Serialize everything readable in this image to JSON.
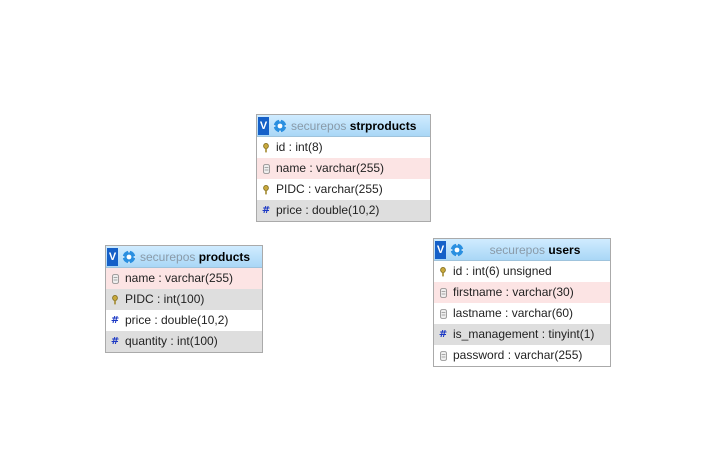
{
  "tables": {
    "strproducts": {
      "database": "securepos",
      "name": "strproducts",
      "toggle_label": "V",
      "columns": [
        {
          "label": "id : int(8)",
          "icon": "key-icon"
        },
        {
          "label": "name : varchar(255)",
          "icon": "column-icon"
        },
        {
          "label": "PIDC : varchar(255)",
          "icon": "key-icon"
        },
        {
          "label": "price : double(10,2)",
          "icon": "numeric-icon"
        }
      ]
    },
    "products": {
      "database": "securepos",
      "name": "products",
      "toggle_label": "V",
      "columns": [
        {
          "label": "name : varchar(255)",
          "icon": "column-icon"
        },
        {
          "label": "PIDC : int(100)",
          "icon": "key-icon"
        },
        {
          "label": "price : double(10,2)",
          "icon": "numeric-icon"
        },
        {
          "label": "quantity : int(100)",
          "icon": "numeric-icon"
        }
      ]
    },
    "users": {
      "database": "securepos",
      "name": "users",
      "toggle_label": "V",
      "columns": [
        {
          "label": "id : int(6) unsigned",
          "icon": "key-icon"
        },
        {
          "label": "firstname : varchar(30)",
          "icon": "column-icon"
        },
        {
          "label": "lastname : varchar(60)",
          "icon": "column-icon"
        },
        {
          "label": "is_management : tinyint(1)",
          "icon": "numeric-icon"
        },
        {
          "label": "password : varchar(255)",
          "icon": "column-icon"
        }
      ]
    }
  },
  "colors": {
    "header_start": "#d0ecff",
    "header_end": "#a9d7f6",
    "toggle_bg": "#1560c8",
    "gear": "#2a8fe0",
    "row_pink": "#fce4e4",
    "row_grey": "#dedede",
    "db_text": "#8a9aa8",
    "numeric_icon": "#1a37c4"
  }
}
